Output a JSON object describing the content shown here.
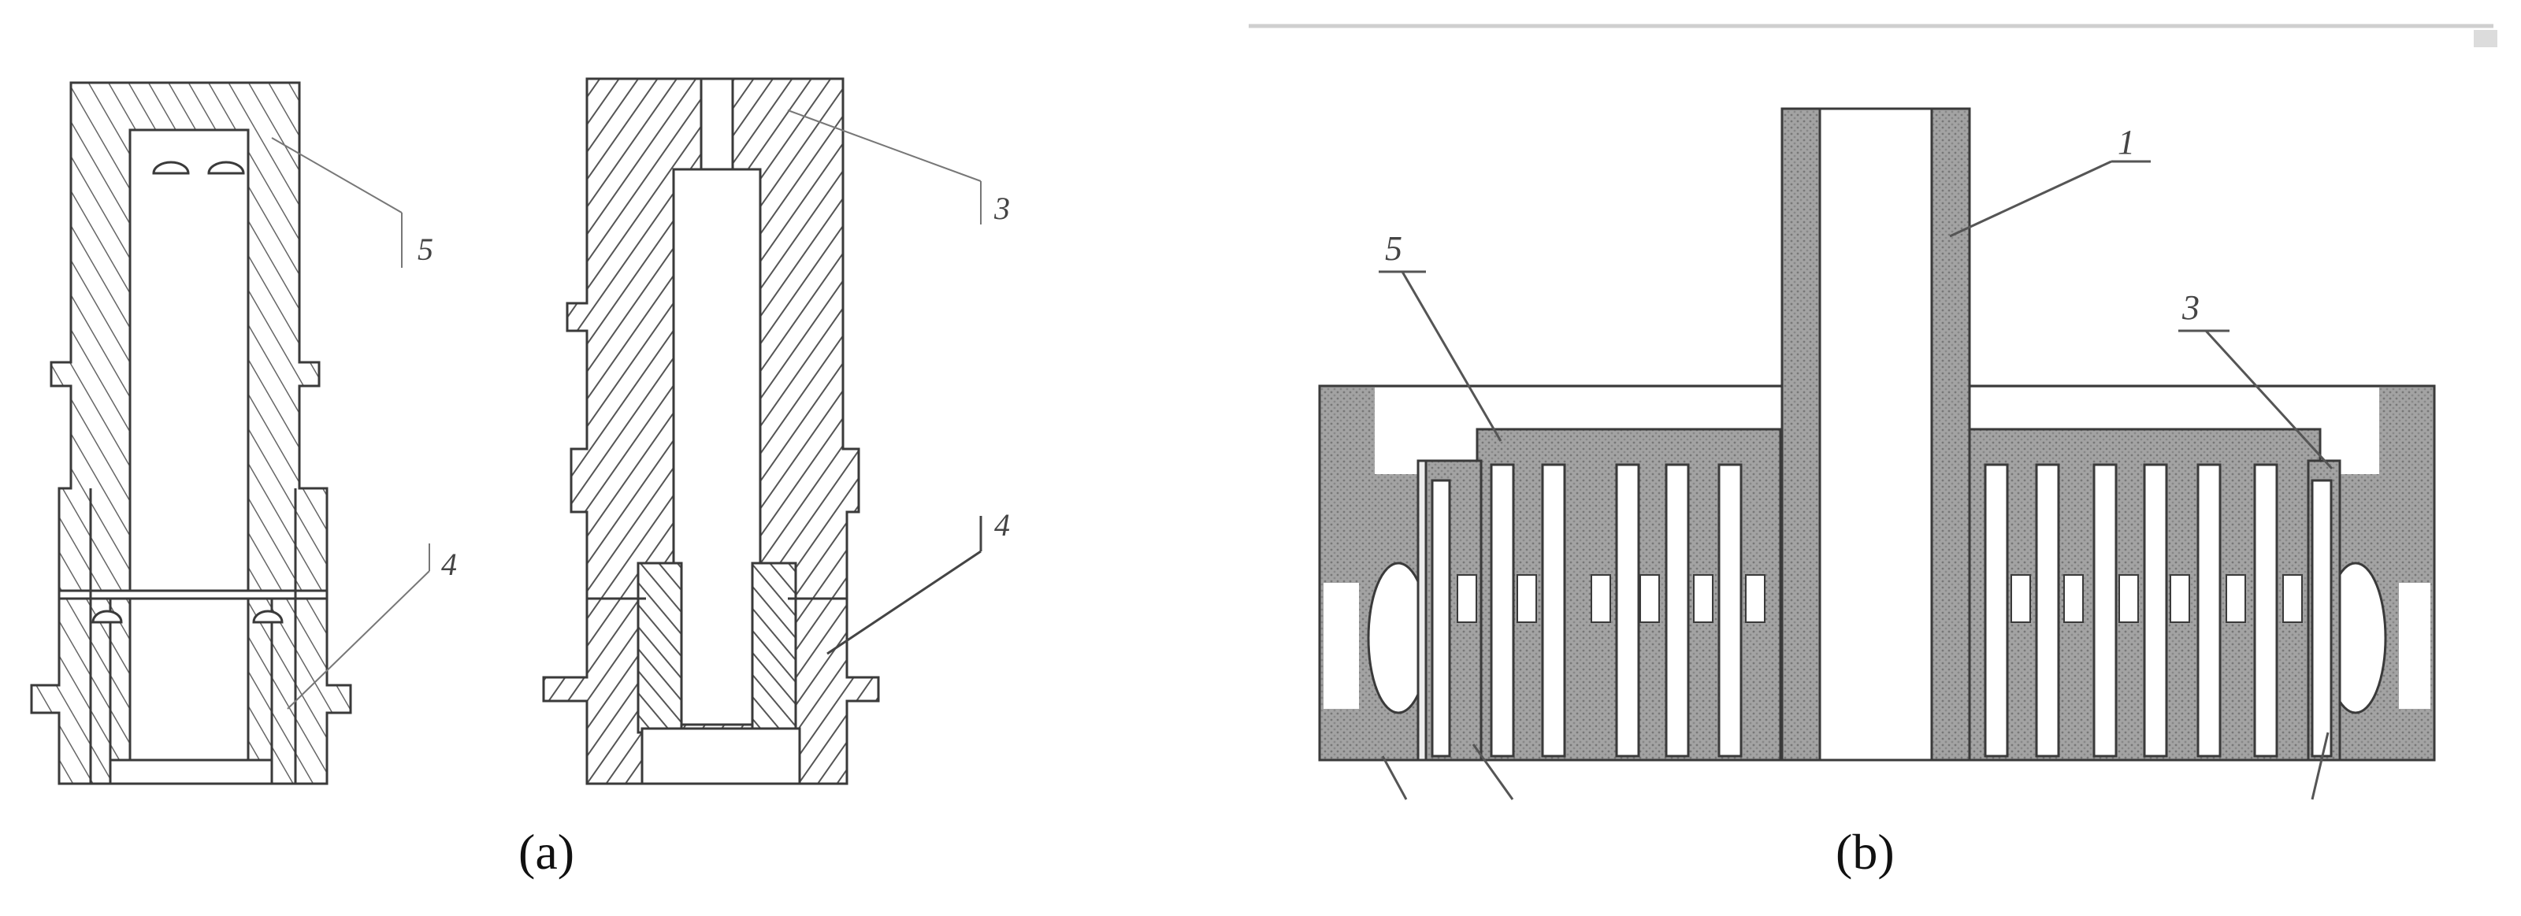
{
  "panels": [
    {
      "id": "a",
      "caption": "(a)",
      "callouts": [
        {
          "id": "a-5",
          "text": "5"
        },
        {
          "id": "a-4",
          "text": "4"
        },
        {
          "id": "a-3",
          "text": "3"
        },
        {
          "id": "a-4b",
          "text": "4"
        }
      ]
    },
    {
      "id": "b",
      "caption": "(b)",
      "callouts": [
        {
          "id": "b-1",
          "text": "1"
        },
        {
          "id": "b-5",
          "text": "5"
        },
        {
          "id": "b-3",
          "text": "3"
        }
      ]
    }
  ],
  "colors": {
    "line": "#3a3a3a",
    "hatch": "#555555",
    "fill_stipple": "#8c8c8c",
    "background": "#ffffff"
  }
}
